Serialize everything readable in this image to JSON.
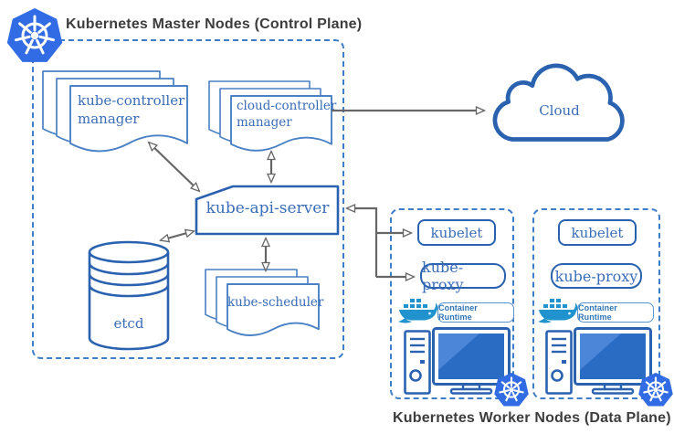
{
  "titles": {
    "master": "Kubernetes Master Nodes (Control Plane)",
    "workers": "Kubernetes Worker Nodes (Data Plane)"
  },
  "master": {
    "kube_controller_manager": {
      "line1": "kube-controller",
      "line2": "manager"
    },
    "cloud_controller_manager": {
      "line1": "cloud-controller",
      "line2": "manager"
    },
    "kube_api_server": {
      "label": "kube-api-server"
    },
    "etcd": {
      "label": "etcd"
    },
    "kube_scheduler": {
      "label": "kube-scheduler"
    }
  },
  "cloud": {
    "label": "Cloud"
  },
  "workers": {
    "nodes": [
      {
        "kubelet": "kubelet",
        "kube_proxy": "kube-proxy",
        "container_runtime": "Container Runtime"
      },
      {
        "kubelet": "kubelet",
        "kube_proxy": "kube-proxy",
        "container_runtime": "Container Runtime"
      }
    ]
  },
  "icons": {
    "kubernetes_logo": "kubernetes-helm-wheel-heptagon",
    "docker_whale": "docker-whale-with-containers",
    "cloud_shape": "cloud-outline",
    "etcd_database": "database-cylinder",
    "computer": "desktop-tower-and-monitor",
    "document_stack": "stacked-documents"
  },
  "colors": {
    "kubernetes_blue": "#326CE5",
    "shape_stroke_blue": "#2a62b0",
    "doc_stroke_blue": "#4a80c4",
    "label_blue": "#3a6db8",
    "dashed_border_blue": "#3f7ec6",
    "title_gray": "#3d3d3d",
    "arrow_gray": "#666666",
    "docker_blue": "#2093ce",
    "screen_blue": "#2a6cc4",
    "screen_highlight_blue": "#4c86d8"
  }
}
